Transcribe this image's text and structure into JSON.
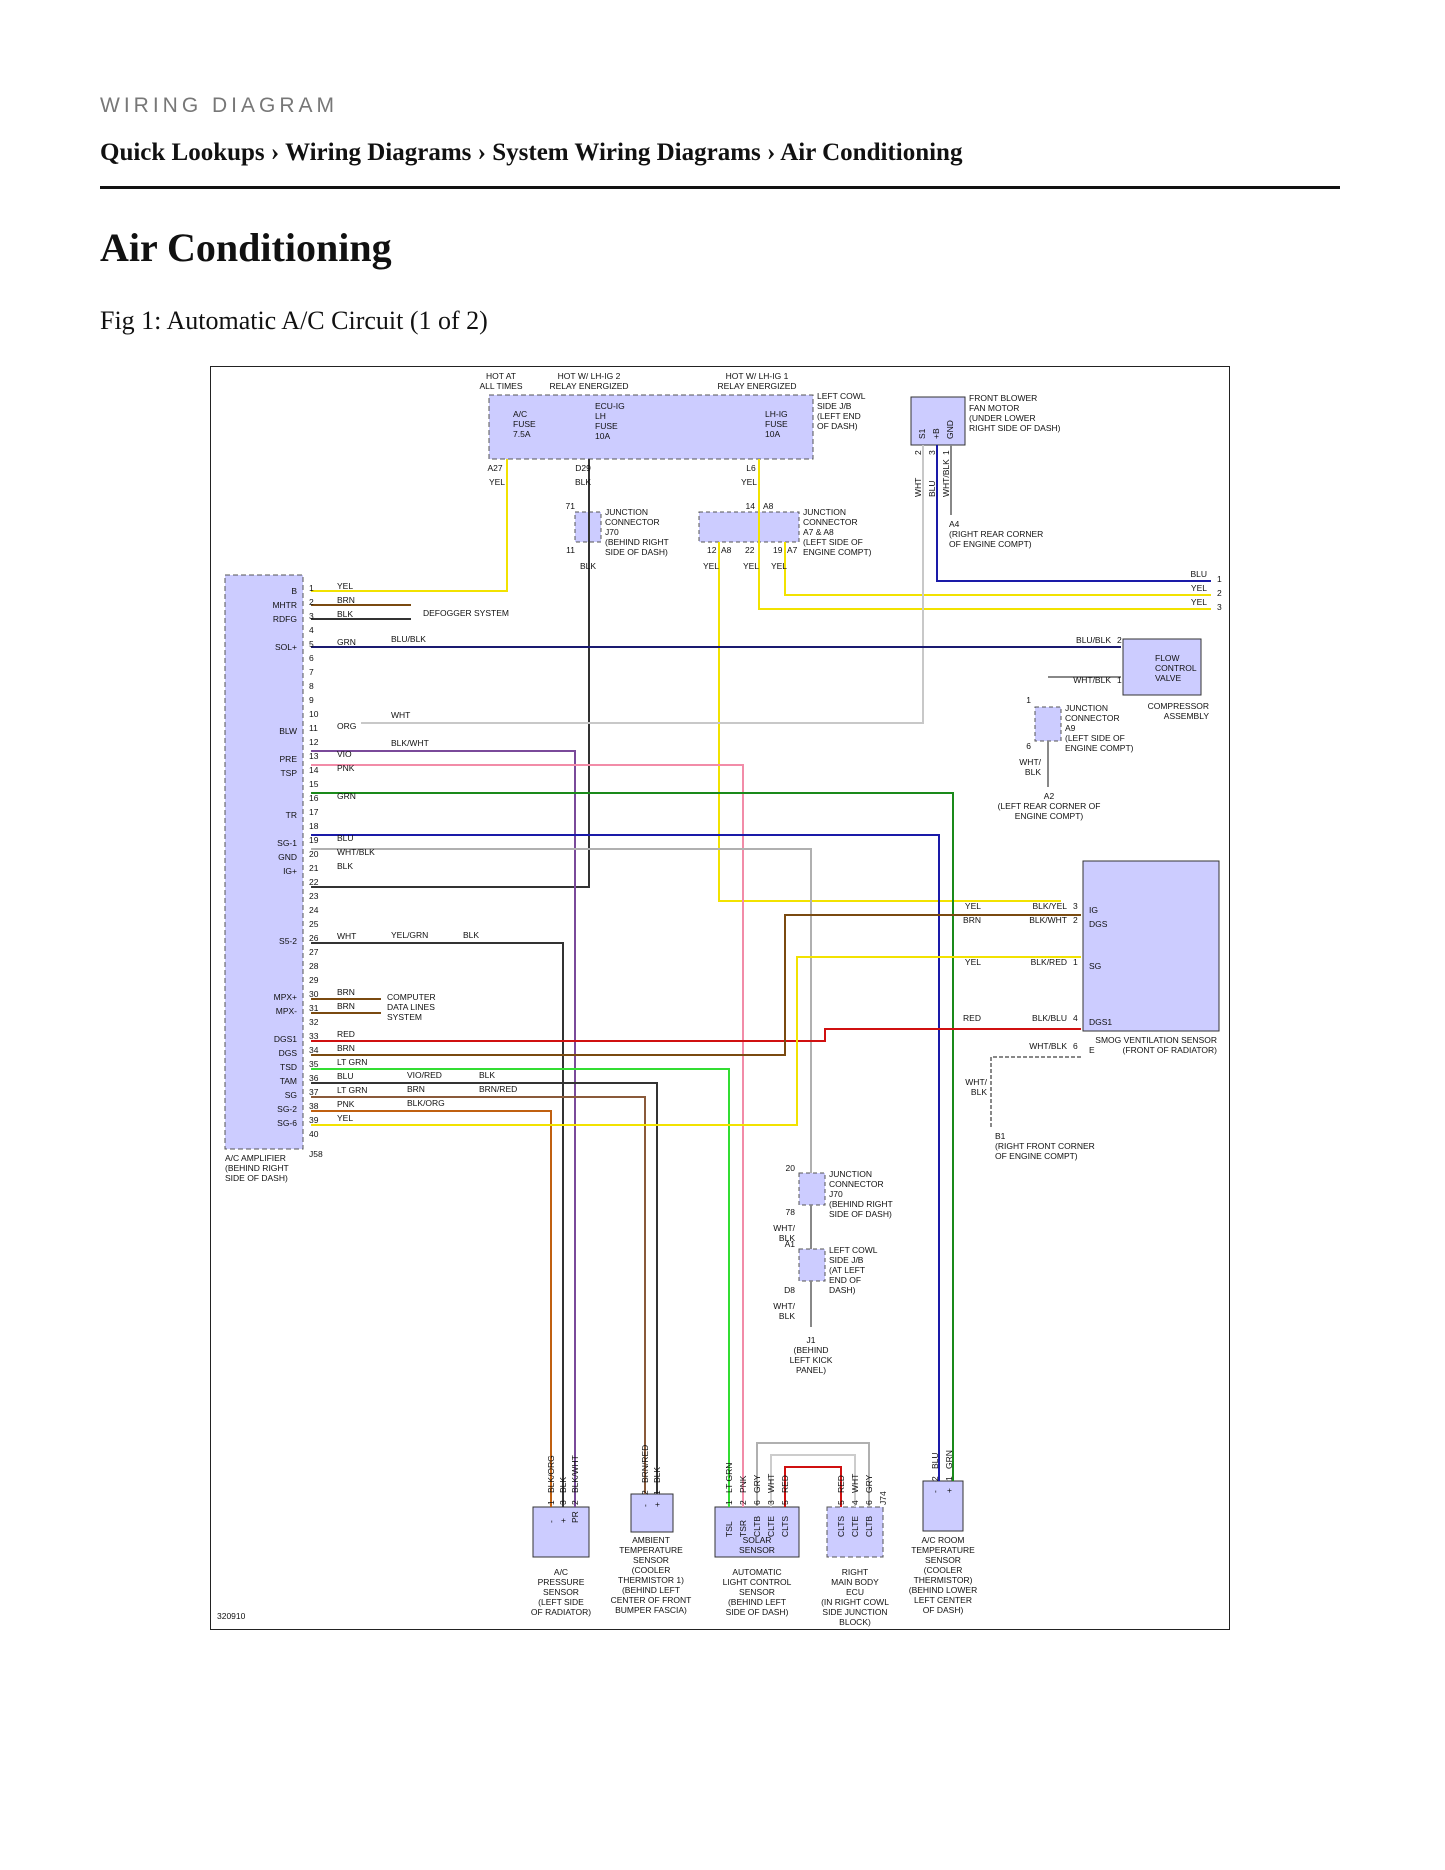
{
  "header": {
    "doc_type": "WIRING DIAGRAM",
    "breadcrumb": [
      "Quick Lookups",
      "Wiring Diagrams",
      "System Wiring Diagrams",
      "Air Conditioning"
    ],
    "separator": "›"
  },
  "page": {
    "title": "Air Conditioning",
    "figure_caption": "Fig 1: Automatic A/C Circuit (1 of 2)"
  },
  "diagram": {
    "ref_number": "320910",
    "power": {
      "hot_all_times": [
        "HOT AT",
        "ALL TIMES"
      ],
      "hot_ig2": [
        "HOT W/ LH-IG 2",
        "RELAY ENERGIZED"
      ],
      "hot_ig1": [
        "HOT W/ LH-IG 1",
        "RELAY ENERGIZED"
      ],
      "fuse_ac": [
        "A/C",
        "FUSE",
        "7.5A"
      ],
      "fuse_ecu": [
        "ECU-IG",
        "LH",
        "FUSE",
        "10A"
      ],
      "fuse_lhig": [
        "LH-IG",
        "FUSE",
        "10A"
      ],
      "jb_label": [
        "LEFT COWL",
        "SIDE J/B",
        "(LEFT END",
        "OF DASH)"
      ],
      "pins": [
        "A27",
        "D29",
        "L6"
      ],
      "pin_colors": [
        "YEL",
        "BLK",
        "YEL"
      ]
    },
    "blower": {
      "label": [
        "FRONT BLOWER",
        "FAN MOTOR",
        "(UNDER LOWER",
        "RIGHT SIDE OF DASH)"
      ],
      "pin_names": [
        "S1",
        "+B",
        "GND"
      ],
      "pin_numbers": [
        "2",
        "3",
        "1"
      ],
      "wire_colors": [
        "WHT",
        "BLU",
        "WHT/BLK"
      ],
      "ground": [
        "A4",
        "(RIGHT REAR CORNER",
        "OF ENGINE COMPT)"
      ]
    },
    "j70_top": {
      "label": [
        "JUNCTION",
        "CONNECTOR",
        "J70",
        "(BEHIND RIGHT",
        "SIDE OF DASH)"
      ],
      "pins": [
        "71",
        "11"
      ],
      "color": "BLK"
    },
    "a7a8": {
      "label": [
        "JUNCTION",
        "CONNECTOR",
        "A7 & A8",
        "(LEFT SIDE OF",
        "ENGINE COMPT)"
      ],
      "pins": [
        "14",
        "A8",
        "12",
        "A8",
        "22",
        "19",
        "A7"
      ],
      "colors": [
        "YEL",
        "YEL",
        "YEL"
      ]
    },
    "amplifier": {
      "label": [
        "A/C AMPLIFIER",
        "(BEHIND RIGHT",
        "SIDE OF DASH)"
      ],
      "terminals": [
        {
          "name": "B",
          "pin": "1",
          "color": "YEL"
        },
        {
          "name": "MHTR",
          "pin": "2",
          "color": "BRN"
        },
        {
          "name": "RDFG",
          "pin": "3",
          "color": "BLK"
        },
        {
          "name": "",
          "pin": "4",
          "color": ""
        },
        {
          "name": "SOL+",
          "pin": "5",
          "color": "GRN"
        },
        {
          "name": "",
          "pin": "6",
          "color": ""
        },
        {
          "name": "",
          "pin": "7",
          "color": ""
        },
        {
          "name": "",
          "pin": "8",
          "color": ""
        },
        {
          "name": "",
          "pin": "9",
          "color": ""
        },
        {
          "name": "",
          "pin": "10",
          "color": ""
        },
        {
          "name": "BLW",
          "pin": "11",
          "color": "ORG"
        },
        {
          "name": "",
          "pin": "12",
          "color": ""
        },
        {
          "name": "PRE",
          "pin": "13",
          "color": "VIO"
        },
        {
          "name": "TSP",
          "pin": "14",
          "color": "PNK"
        },
        {
          "name": "",
          "pin": "15",
          "color": ""
        },
        {
          "name": "",
          "pin": "16",
          "color": "GRN"
        },
        {
          "name": "TR",
          "pin": "17",
          "color": ""
        },
        {
          "name": "",
          "pin": "18",
          "color": ""
        },
        {
          "name": "SG-1",
          "pin": "19",
          "color": "BLU"
        },
        {
          "name": "GND",
          "pin": "20",
          "color": "WHT/BLK"
        },
        {
          "name": "IG+",
          "pin": "21",
          "color": "BLK"
        },
        {
          "name": "",
          "pin": "22",
          "color": ""
        },
        {
          "name": "",
          "pin": "23",
          "color": ""
        },
        {
          "name": "",
          "pin": "24",
          "color": ""
        },
        {
          "name": "",
          "pin": "25",
          "color": ""
        },
        {
          "name": "S5-2",
          "pin": "26",
          "color": "WHT"
        },
        {
          "name": "",
          "pin": "27",
          "color": ""
        },
        {
          "name": "",
          "pin": "28",
          "color": ""
        },
        {
          "name": "",
          "pin": "29",
          "color": ""
        },
        {
          "name": "MPX+",
          "pin": "30",
          "color": "BRN"
        },
        {
          "name": "MPX-",
          "pin": "31",
          "color": "BRN"
        },
        {
          "name": "",
          "pin": "32",
          "color": ""
        },
        {
          "name": "DGS1",
          "pin": "33",
          "color": "RED"
        },
        {
          "name": "DGS",
          "pin": "34",
          "color": "BRN"
        },
        {
          "name": "TSD",
          "pin": "35",
          "color": "LT GRN"
        },
        {
          "name": "TAM",
          "pin": "36",
          "color": "BLU"
        },
        {
          "name": "SG",
          "pin": "37",
          "color": "LT GRN"
        },
        {
          "name": "SG-2",
          "pin": "38",
          "color": "PNK"
        },
        {
          "name": "SG-6",
          "pin": "39",
          "color": "YEL"
        },
        {
          "name": "",
          "pin": "40",
          "color": ""
        }
      ],
      "connector": "J58",
      "mid_colors": [
        "BLU/BLK",
        "WHT",
        "BLK/WHT",
        "YEL/GRN",
        "BLK",
        "VIO/RED",
        "BLK",
        "BRN",
        "BRN/RED",
        "BLK/ORG"
      ],
      "defogger": "DEFOGGER SYSTEM",
      "computer": [
        "COMPUTER",
        "DATA LINES",
        "SYSTEM"
      ]
    },
    "right_side": {
      "wire_ends": [
        {
          "color": "BLU",
          "n": "1"
        },
        {
          "color": "YEL",
          "n": "2"
        },
        {
          "color": "YEL",
          "n": "3"
        }
      ],
      "flow_valve": [
        "FLOW",
        "CONTROL",
        "VALVE"
      ],
      "compressor": [
        "COMPRESSOR",
        "ASSEMBLY"
      ],
      "fv_wires": [
        "BLU/BLK",
        "2",
        "WHT/BLK",
        "1"
      ],
      "a9": [
        "JUNCTION",
        "CONNECTOR",
        "A9",
        "(LEFT SIDE OF",
        "ENGINE COMPT)"
      ],
      "a9_pins": [
        "1",
        "6"
      ],
      "a9_color": [
        "WHT/",
        "BLK"
      ],
      "a2": [
        "A2",
        "(LEFT REAR CORNER OF",
        "ENGINE COMPT)"
      ]
    },
    "smog": {
      "label": [
        "SMOG VENTILATION SENSOR",
        "(FRONT OF RADIATOR)"
      ],
      "rows": [
        {
          "left": "YEL",
          "right": "BLK/YEL",
          "pin": "3",
          "term": "IG"
        },
        {
          "left": "BRN",
          "right": "BLK/WHT",
          "pin": "2",
          "term": "DGS"
        },
        {
          "left": "YEL",
          "right": "BLK/RED",
          "pin": "1",
          "term": "SG"
        },
        {
          "left": "RED",
          "right": "BLK/BLU",
          "pin": "4",
          "term": "DGS1"
        },
        {
          "left": "",
          "right": "WHT/BLK",
          "pin": "6",
          "term": "E"
        }
      ],
      "ground_color": [
        "WHT/",
        "BLK"
      ],
      "b1": [
        "B1",
        "(RIGHT FRONT CORNER",
        "OF ENGINE COMPT)"
      ]
    },
    "j70_lower": {
      "label": [
        "JUNCTION",
        "CONNECTOR",
        "J70",
        "(BEHIND RIGHT",
        "SIDE OF DASH)"
      ],
      "pins": [
        "20",
        "78"
      ],
      "color": [
        "WHT/",
        "BLK"
      ]
    },
    "jb_lower": {
      "label": [
        "LEFT COWL",
        "SIDE J/B",
        "(AT LEFT",
        "END OF",
        "DASH)"
      ],
      "pins": [
        "A1",
        "D8"
      ],
      "color": [
        "WHT/",
        "BLK"
      ]
    },
    "j1": [
      "J1",
      "(BEHIND",
      "LEFT KICK",
      "PANEL)"
    ],
    "sensors": {
      "pressure": {
        "label": [
          "A/C",
          "PRESSURE",
          "SENSOR",
          "(LEFT SIDE",
          "OF RADIATOR)"
        ],
        "wires": [
          "BLK/ORG",
          "BLK",
          "BLK/WHT"
        ],
        "pins": [
          "1",
          "3",
          "2"
        ],
        "terms": [
          "-",
          "+",
          "PR"
        ]
      },
      "ambient": {
        "label": [
          "AMBIENT",
          "TEMPERATURE",
          "SENSOR",
          "(COOLER",
          "THERMISTOR 1)",
          "(BEHIND LEFT",
          "CENTER OF FRONT",
          "BUMPER FASCIA)"
        ],
        "wires": [
          "BRN/RED",
          "BLK"
        ],
        "pins": [
          "2",
          "1"
        ],
        "terms": [
          "-",
          "+"
        ]
      },
      "solar": {
        "label": [
          "AUTOMATIC",
          "LIGHT CONTROL",
          "SENSOR",
          "(BEHIND LEFT",
          "SIDE OF DASH)"
        ],
        "inner": [
          "SOLAR",
          "SENSOR"
        ],
        "wires": [
          "LT GRN",
          "PNK",
          "GRY",
          "WHT",
          "RED"
        ],
        "pins": [
          "1",
          "2",
          "6",
          "3",
          "5"
        ],
        "terms": [
          "TSL",
          "TSR",
          "CLTB",
          "CLTE",
          "CLTS"
        ]
      },
      "body_ecu": {
        "label": [
          "RIGHT",
          "MAIN BODY",
          "ECU",
          "(IN RIGHT COWL",
          "SIDE JUNCTION",
          "BLOCK)"
        ],
        "wires": [
          "RED",
          "WHT",
          "GRY"
        ],
        "pins": [
          "5",
          "4",
          "6"
        ],
        "terms": [
          "CLTS",
          "CLTE",
          "CLTB"
        ],
        "connector": "J74"
      },
      "room": {
        "label": [
          "A/C ROOM",
          "TEMPERATURE",
          "SENSOR",
          "(COOLER",
          "THERMISTOR)",
          "(BEHIND LOWER",
          "LEFT CENTER",
          "OF DASH)"
        ],
        "wires": [
          "BLU",
          "GRN"
        ],
        "pins": [
          "2",
          "1"
        ],
        "terms": [
          "-",
          "+"
        ]
      }
    }
  }
}
